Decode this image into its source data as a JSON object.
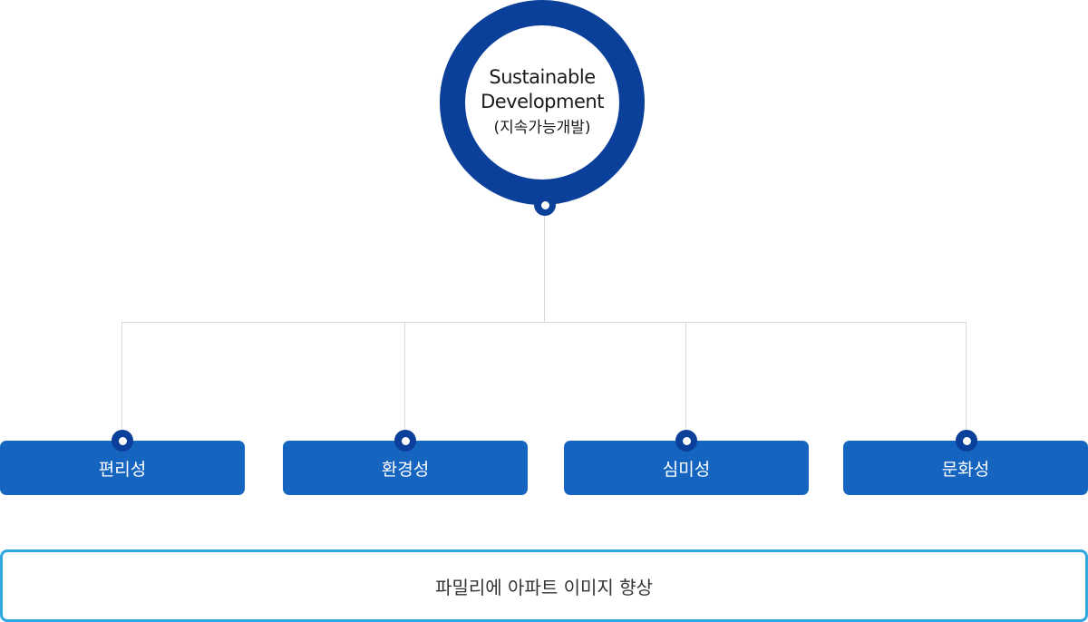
{
  "root": {
    "title_line1": "Sustainable",
    "title_line2": "Development",
    "subtitle": "(지속가능개발)"
  },
  "categories": [
    {
      "label": "편리성"
    },
    {
      "label": "환경성"
    },
    {
      "label": "심미성"
    },
    {
      "label": "문화성"
    }
  ],
  "outcome": {
    "label": "파밀리에 아파트 이미지 향상"
  },
  "colors": {
    "circle_ring": "#0a3f9a",
    "box_fill": "#1565c0",
    "bottom_border": "#2fa8e0",
    "connector": "#d9d9d9"
  }
}
